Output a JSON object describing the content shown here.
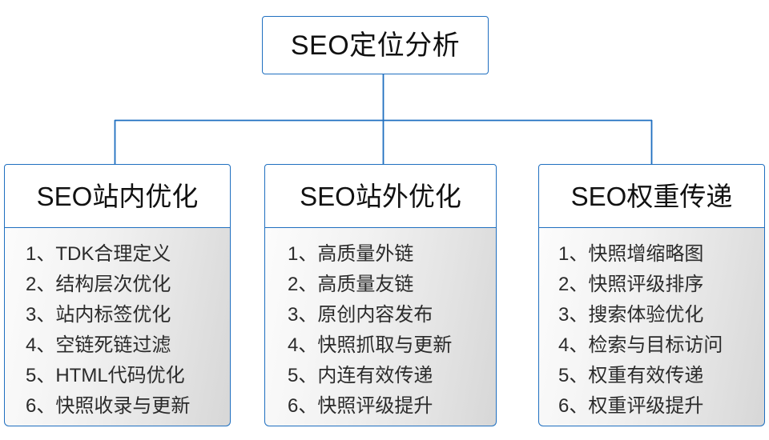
{
  "diagram": {
    "type": "organization-tree",
    "accent_color": "#1F6FC0",
    "text_color": "#111111",
    "body_text_color": "#2b2b2b",
    "background_color": "#FFFFFF",
    "root": {
      "title": "SEO定位分析"
    },
    "branches": [
      {
        "title": "SEO站内优化",
        "items": [
          "1、TDK合理定义",
          "2、结构层次优化",
          "3、站内标签优化",
          "4、空链死链过滤",
          "5、HTML代码优化",
          "6、快照收录与更新"
        ]
      },
      {
        "title": "SEO站外优化",
        "items": [
          "1、高质量外链",
          "2、高质量友链",
          "3、原创内容发布",
          "4、快照抓取与更新",
          "5、内连有效传递",
          "6、快照评级提升"
        ]
      },
      {
        "title": "SEO权重传递",
        "items": [
          "1、快照增缩略图",
          "2、快照评级排序",
          "3、搜索体验优化",
          "4、检索与目标访问",
          "5、权重有效传递",
          "6、权重评级提升"
        ]
      }
    ]
  }
}
